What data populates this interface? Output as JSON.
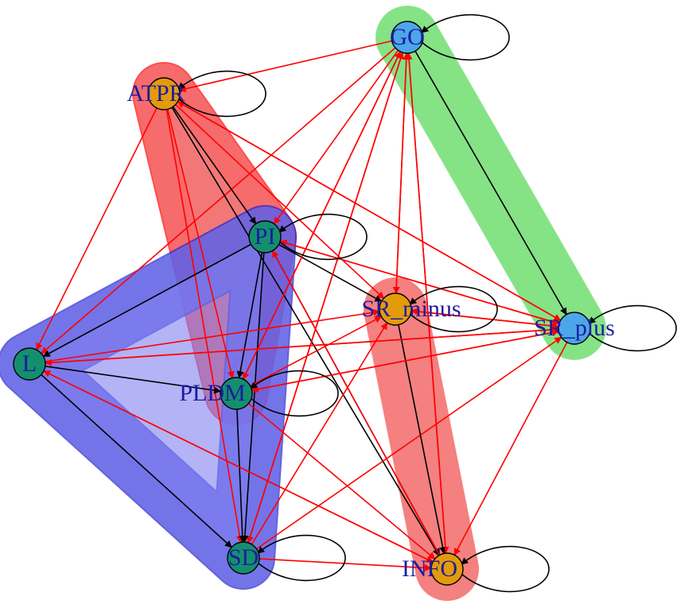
{
  "colors": {
    "background": "#ffffff",
    "edge_red": "#ff0000",
    "edge_black": "#000000",
    "label": "#1c1ca0",
    "node_green": "#148f6e",
    "node_orange": "#e39b0c",
    "node_blue": "#4da6e8",
    "hull_red_fill": "#f08080",
    "hull_green_fill": "#7fe07f",
    "hull_blue_fill": "#8080f0"
  },
  "nodes": [
    {
      "id": "GO",
      "label": "GO",
      "color": "blue"
    },
    {
      "id": "ATPR",
      "label": "ATPR",
      "color": "orange"
    },
    {
      "id": "PI",
      "label": "PI",
      "color": "green"
    },
    {
      "id": "SR_minus",
      "label": "SR_minus",
      "color": "orange"
    },
    {
      "id": "SR_plus",
      "label": "SR_plus",
      "color": "blue"
    },
    {
      "id": "L",
      "label": "L",
      "color": "green"
    },
    {
      "id": "PLDM",
      "label": "PLDM",
      "color": "green"
    },
    {
      "id": "SD",
      "label": "SD",
      "color": "green"
    },
    {
      "id": "INFO",
      "label": "INFO",
      "color": "orange"
    }
  ],
  "groups": [
    {
      "id": "group-red-1",
      "color": "red",
      "members": [
        "ATPR",
        "PLDM",
        "PI"
      ]
    },
    {
      "id": "group-red-2",
      "color": "red",
      "members": [
        "SR_minus",
        "INFO"
      ]
    },
    {
      "id": "group-green",
      "color": "green",
      "members": [
        "GO",
        "SR_plus"
      ]
    },
    {
      "id": "group-blue",
      "color": "blue",
      "members": [
        "L",
        "PI",
        "SD"
      ]
    }
  ],
  "edges": [
    {
      "from": "GO",
      "to": "ATPR",
      "color": "red"
    },
    {
      "from": "GO",
      "to": "PI",
      "color": "red"
    },
    {
      "from": "GO",
      "to": "PLDM",
      "color": "red"
    },
    {
      "from": "GO",
      "to": "SD",
      "color": "red"
    },
    {
      "from": "GO",
      "to": "INFO",
      "color": "red"
    },
    {
      "from": "GO",
      "to": "SR_minus",
      "color": "red"
    },
    {
      "from": "GO",
      "to": "SR_plus",
      "color": "black"
    },
    {
      "from": "GO",
      "to": "L",
      "color": "red"
    },
    {
      "from": "ATPR",
      "to": "PI",
      "color": "black"
    },
    {
      "from": "ATPR",
      "to": "PLDM",
      "color": "red"
    },
    {
      "from": "ATPR",
      "to": "L",
      "color": "red"
    },
    {
      "from": "ATPR",
      "to": "SD",
      "color": "red"
    },
    {
      "from": "ATPR",
      "to": "INFO",
      "color": "black"
    },
    {
      "from": "ATPR",
      "to": "SR_minus",
      "color": "red"
    },
    {
      "from": "ATPR",
      "to": "SR_plus",
      "color": "red"
    },
    {
      "from": "PI",
      "to": "L",
      "color": "black"
    },
    {
      "from": "PI",
      "to": "PLDM",
      "color": "black"
    },
    {
      "from": "PI",
      "to": "SD",
      "color": "black"
    },
    {
      "from": "PI",
      "to": "INFO",
      "color": "black"
    },
    {
      "from": "PI",
      "to": "SR_minus",
      "color": "black"
    },
    {
      "from": "PI",
      "to": "SR_plus",
      "color": "red"
    },
    {
      "from": "L",
      "to": "PLDM",
      "color": "black"
    },
    {
      "from": "L",
      "to": "SD",
      "color": "black"
    },
    {
      "from": "L",
      "to": "SR_minus",
      "color": "red"
    },
    {
      "from": "L",
      "to": "SR_plus",
      "color": "red"
    },
    {
      "from": "L",
      "to": "INFO",
      "color": "red"
    },
    {
      "from": "PLDM",
      "to": "SD",
      "color": "black"
    },
    {
      "from": "PLDM",
      "to": "SR_minus",
      "color": "red"
    },
    {
      "from": "PLDM",
      "to": "SR_plus",
      "color": "red"
    },
    {
      "from": "PLDM",
      "to": "INFO",
      "color": "red"
    },
    {
      "from": "SD",
      "to": "INFO",
      "color": "red"
    },
    {
      "from": "SD",
      "to": "SR_minus",
      "color": "red"
    },
    {
      "from": "SD",
      "to": "SR_plus",
      "color": "red"
    },
    {
      "from": "SR_minus",
      "to": "INFO",
      "color": "black"
    },
    {
      "from": "SR_minus",
      "to": "SR_plus",
      "color": "red"
    },
    {
      "from": "SR_plus",
      "to": "INFO",
      "color": "red"
    },
    {
      "from": "SR_plus",
      "to": "SR_minus",
      "color": "red"
    },
    {
      "from": "SR_plus",
      "to": "PI",
      "color": "red"
    },
    {
      "from": "SR_plus",
      "to": "L",
      "color": "red"
    },
    {
      "from": "SR_plus",
      "to": "PLDM",
      "color": "red"
    },
    {
      "from": "SR_plus",
      "to": "ATPR",
      "color": "red"
    },
    {
      "from": "INFO",
      "to": "L",
      "color": "red"
    },
    {
      "from": "INFO",
      "to": "PI",
      "color": "red"
    },
    {
      "from": "INFO",
      "to": "GO",
      "color": "red"
    },
    {
      "from": "SR_minus",
      "to": "GO",
      "color": "red"
    },
    {
      "from": "SD",
      "to": "GO",
      "color": "red"
    },
    {
      "from": "PLDM",
      "to": "GO",
      "color": "red"
    }
  ],
  "self_loops": [
    "GO",
    "ATPR",
    "PI",
    "SR_minus",
    "SR_plus",
    "PLDM",
    "SD",
    "INFO"
  ]
}
